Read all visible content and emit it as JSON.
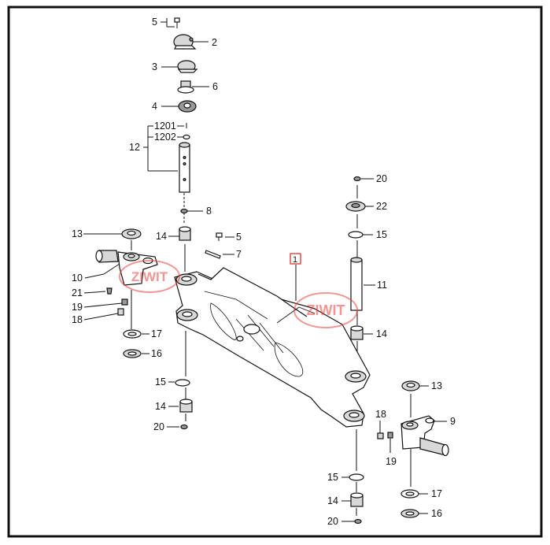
{
  "callouts": {
    "c1": "1",
    "c2": "2",
    "c3": "3",
    "c4": "4",
    "c5a": "5",
    "c5b": "5",
    "c6": "6",
    "c7": "7",
    "c8": "8",
    "c9": "9",
    "c10": "10",
    "c11": "11",
    "c12": "12",
    "c1201": "1201",
    "c1202": "1202",
    "c13a": "13",
    "c13b": "13",
    "c14a": "14",
    "c14b": "14",
    "c14c": "14",
    "c14d": "14",
    "c15a": "15",
    "c15b": "15",
    "c15c": "15",
    "c16a": "16",
    "c16b": "16",
    "c17a": "17",
    "c17b": "17",
    "c18a": "18",
    "c18b": "18",
    "c19a": "19",
    "c19b": "19",
    "c20a": "20",
    "c20b": "20",
    "c20c": "20",
    "c21": "21",
    "c22": "22"
  },
  "watermark": {
    "text": "ZIWIT",
    "color": "#e8413c"
  },
  "colors": {
    "frame": "#111111",
    "highlight": "#d9261c",
    "part_fill": "#d8d8d8"
  }
}
